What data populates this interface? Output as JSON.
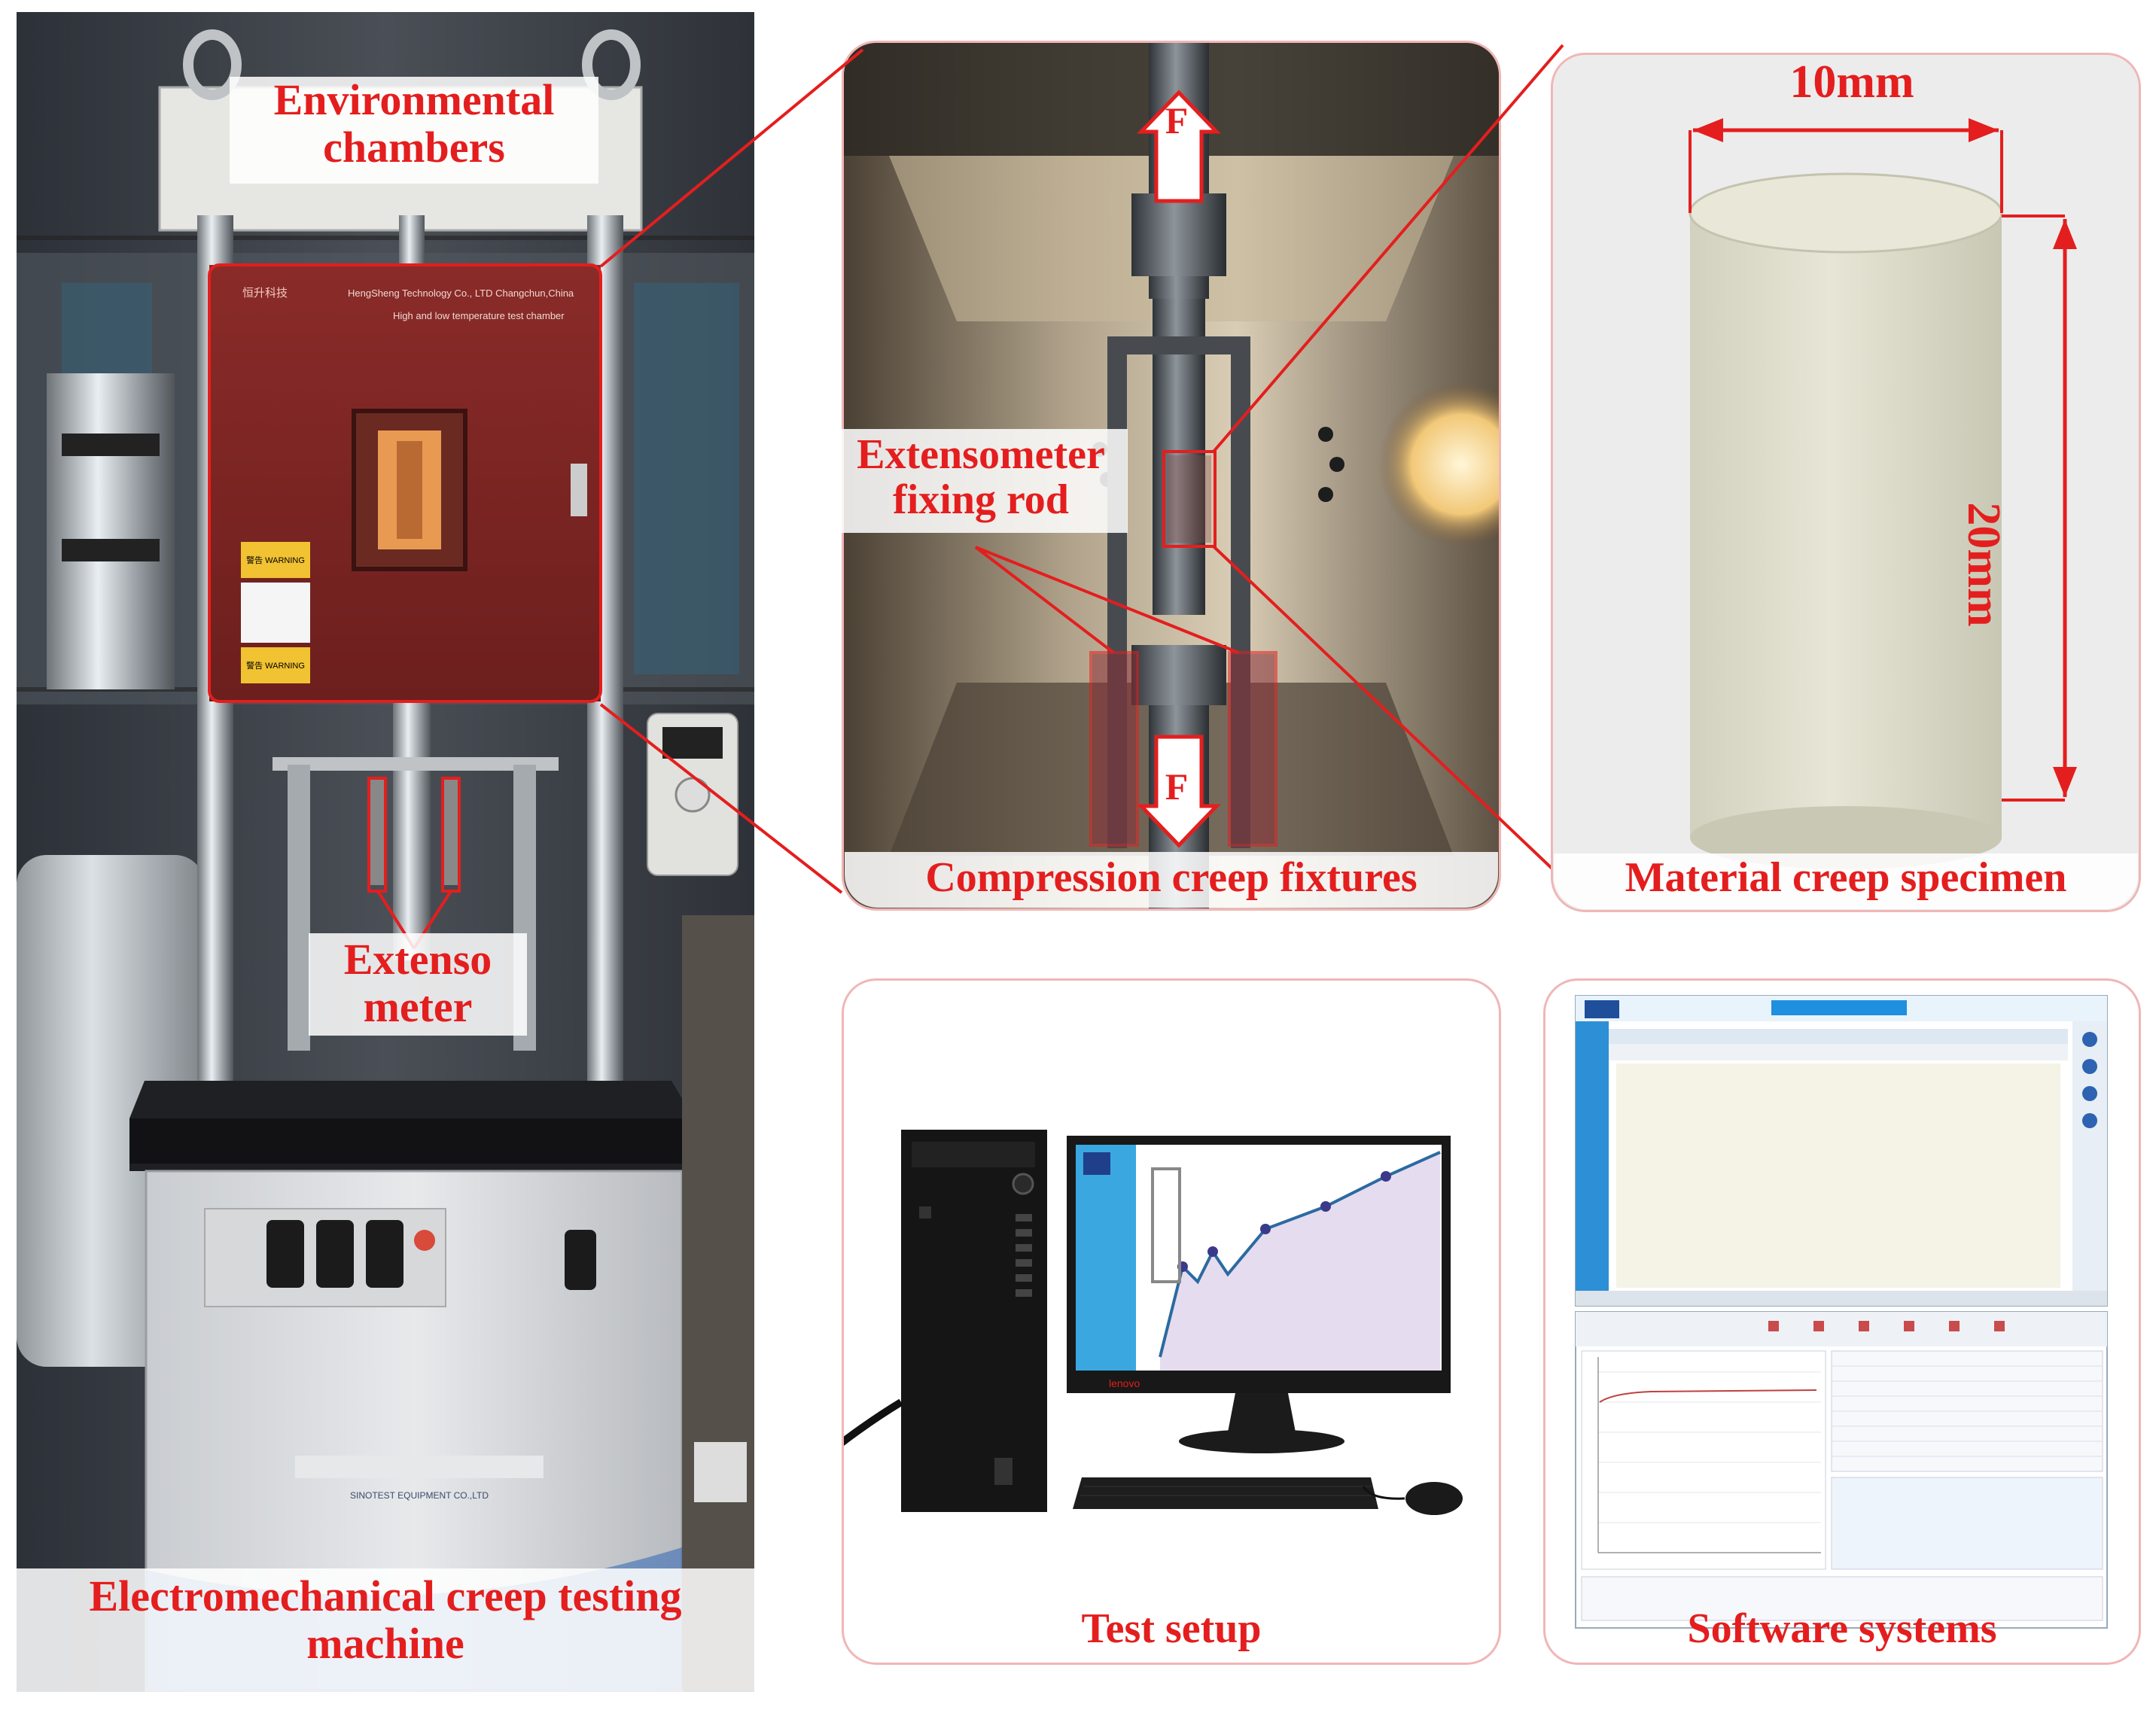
{
  "labels": {
    "environmental_chambers": [
      "Environmental",
      "chambers"
    ],
    "extensometer": [
      "Extenso",
      "meter"
    ],
    "machine": [
      "Electromechanical creep testing",
      "machine"
    ],
    "extensometer_rod": [
      "Extensometer",
      "fixing rod"
    ],
    "compression_fixtures": "Compression creep fixtures",
    "specimen": "Material creep specimen",
    "test_setup": "Test setup",
    "software": "Software systems",
    "force_symbol": "F",
    "dim_width": "10mm",
    "dim_height": "20mm"
  },
  "device_text": {
    "chamber_brand": "HengSheng Technology Co., LTD Changchun,China",
    "chamber_title": "High and low temperature test chamber",
    "chamber_logo": "恒升科技",
    "warning_1": "警告 WARNING",
    "warning_2": "警告 WARNING",
    "cabinet_brand": "SINOTEST EQUIPMENT CO.,LTD",
    "monitor_brand": "lenovo"
  },
  "colors": {
    "accent_red": "#e41e1e",
    "panel_border": "#f0b6b6",
    "chamber": "#7d2624",
    "specimen": "#e3e2d3",
    "software_blue": "#2d8fd6"
  }
}
